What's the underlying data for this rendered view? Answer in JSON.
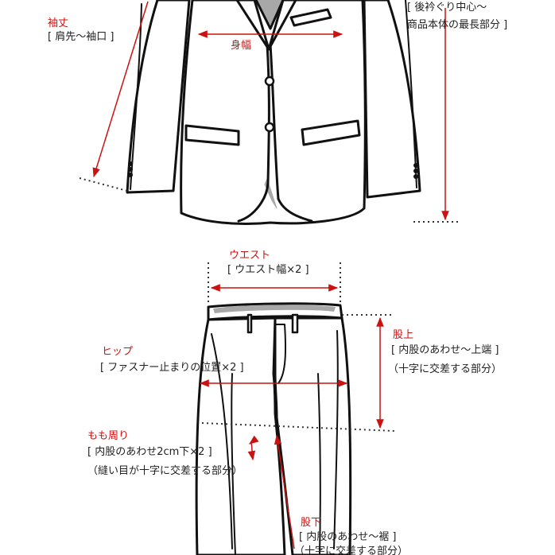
{
  "colors": {
    "measure": "#cc1111",
    "outline": "#111111",
    "text": "#222222",
    "lining": "#a8a8a8"
  },
  "jacket": {
    "sleeve": {
      "title": "袖丈",
      "note": "[ 肩先～袖口 ]"
    },
    "body_width": {
      "title": "身幅"
    },
    "length": {
      "note_line1": "[ 後衿ぐり中心～",
      "note_line2": "商品本体の最長部分 ]"
    }
  },
  "pants": {
    "waist": {
      "title": "ウエスト",
      "note": "[ ウエスト幅×2 ]"
    },
    "hip": {
      "title": "ヒップ",
      "note": "[ ファスナー止まりの位置×2 ]"
    },
    "rise": {
      "title": "股上",
      "note": "[ 内股のあわせ～上端 ]",
      "sub": "（十字に交差する部分）"
    },
    "thigh": {
      "title": "もも周り",
      "note": "[ 内股のあわせ2cm下×2 ]",
      "sub": "（縫い目が十字に交差する部分）"
    },
    "inseam": {
      "title": "股下",
      "note": "[ 内股のあわせ～裾 ]",
      "sub": "（十字に交差する部分）"
    }
  }
}
